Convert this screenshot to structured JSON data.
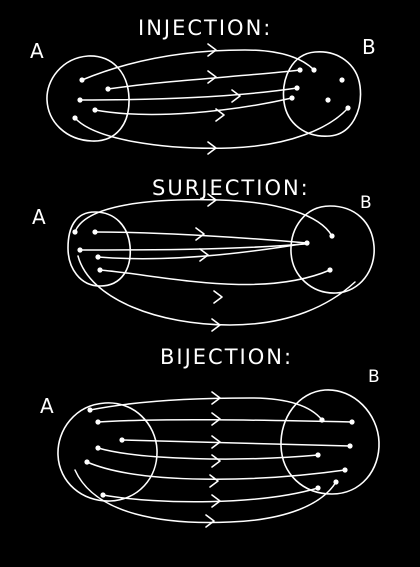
{
  "background_color": "#000000",
  "ink_color": "#ffffff",
  "panels": [
    {
      "id": "injection",
      "title": "INJECTION:",
      "set_a_label": "A",
      "set_b_label": "B",
      "mapping": "each element of A maps to a distinct element of B; one element of B is left unmapped"
    },
    {
      "id": "surjection",
      "title": "SURJECTION:",
      "set_a_label": "A",
      "set_b_label": "B",
      "mapping": "every element of B is hit; two elements of A map to the same element of B"
    },
    {
      "id": "bijection",
      "title": "BIJECTION:",
      "set_a_label": "A",
      "set_b_label": "B",
      "mapping": "one-to-one correspondence between A and B"
    }
  ]
}
